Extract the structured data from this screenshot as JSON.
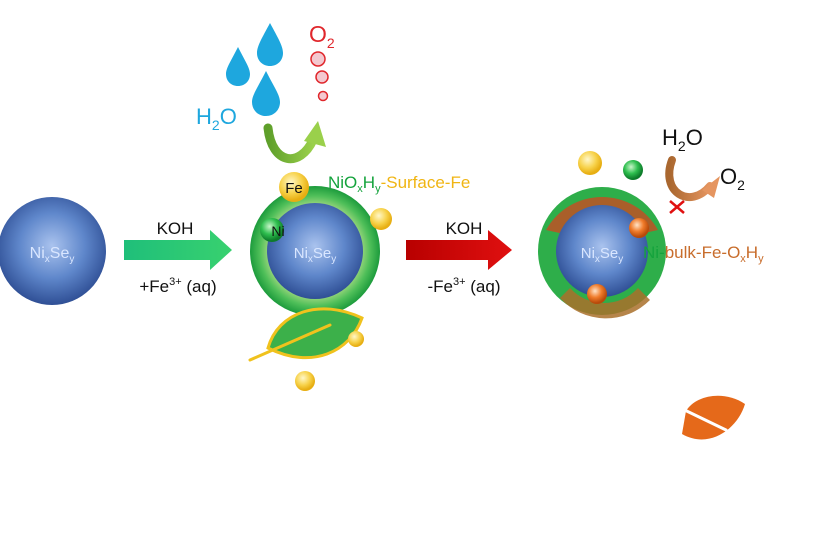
{
  "colors": {
    "core_blue": "#3f67b3",
    "core_text": "#d9e6ff",
    "water_blue": "#1ea7de",
    "oxygen_red": "#e0272c",
    "green_arrow": "#2ecc71",
    "red_arrow": "#cc0000",
    "green_shell": "#2eae4a",
    "leaf_green": "#3cb04a",
    "fe_yellow": "#f5c52b",
    "orange": "#e5691a",
    "brown_shell": "#a95f2a",
    "text_green": "#14a33c",
    "text_orange": "#c86d2c"
  },
  "particle1": {
    "core_main": "Ni",
    "core_sub1": "x",
    "core_mid": "Se",
    "core_sub2": "y"
  },
  "step1": {
    "top": "KOH",
    "bottom_pre": "+Fe",
    "bottom_sup": "3+",
    "bottom_post": " (aq)"
  },
  "particle2": {
    "core_main": "Ni",
    "core_sub1": "x",
    "core_mid": "Se",
    "core_sub2": "y",
    "fe_label": "Fe",
    "ni_label": "Ni",
    "surface_a": "NiO",
    "surface_sub1": "x",
    "surface_b": "H",
    "surface_sub2": "y",
    "surface_c": "-Surface-Fe"
  },
  "water_label": {
    "main": "H",
    "sub": "2",
    "end": "O"
  },
  "oxygen_label": {
    "main": "O",
    "sub": "2"
  },
  "step2": {
    "top": "KOH",
    "bottom_pre": "-Fe",
    "bottom_sup": "3+",
    "bottom_post": " (aq)"
  },
  "particle3": {
    "core_main": "Ni",
    "core_sub1": "x",
    "core_mid": "Se",
    "core_sub2": "y",
    "bulk_a": "Ni-",
    "bulk_b": "bulk-Fe-O",
    "bulk_sub1": "x",
    "bulk_c": "H",
    "bulk_sub2": "y"
  },
  "water_label2": {
    "main": "H",
    "sub": "2",
    "end": "O"
  },
  "oxygen_label2": {
    "main": "O",
    "sub": "2"
  },
  "icons": [
    "water-drop-icon",
    "oxygen-bubble-icon",
    "green-leaf-icon",
    "orange-leaf-icon",
    "blocked-cross-icon"
  ]
}
